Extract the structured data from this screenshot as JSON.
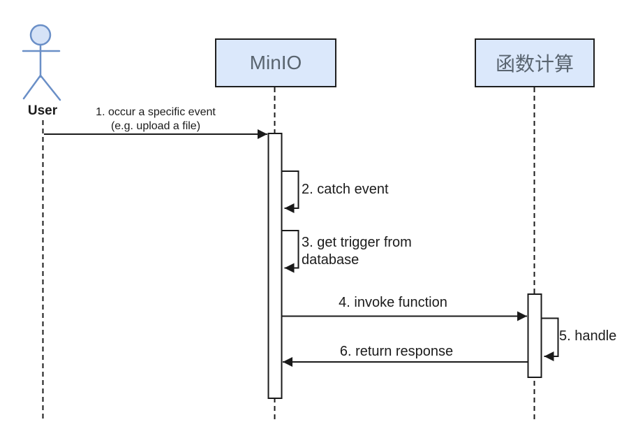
{
  "colors": {
    "background": "#ffffff",
    "box_fill": "#dbe8fb",
    "box_border": "#1f1f1f",
    "box_text": "#5a6570",
    "actor_fill": "#d6e3f7",
    "actor_stroke": "#6a8fc7",
    "line": "#1a1a1a",
    "text": "#1b1b1b"
  },
  "participants": {
    "user": {
      "label": "User",
      "type": "actor"
    },
    "minio": {
      "label": "MinIO",
      "type": "object"
    },
    "function_compute": {
      "label": "函数计算",
      "type": "object"
    }
  },
  "messages": [
    {
      "label": "1. occur a specific event",
      "note": "(e.g. upload a file)",
      "from": "User",
      "to": "MinIO",
      "kind": "arrow"
    },
    {
      "label": "2. catch event",
      "from": "MinIO",
      "to": "MinIO",
      "kind": "self"
    },
    {
      "label": "3. get trigger from database",
      "from": "MinIO",
      "to": "MinIO",
      "kind": "self"
    },
    {
      "label": "4. invoke function",
      "from": "MinIO",
      "to": "函数计算",
      "kind": "arrow"
    },
    {
      "label": "5. handle",
      "from": "函数计算",
      "to": "函数计算",
      "kind": "self"
    },
    {
      "label": "6. return response",
      "from": "函数计算",
      "to": "MinIO",
      "kind": "arrow"
    }
  ]
}
